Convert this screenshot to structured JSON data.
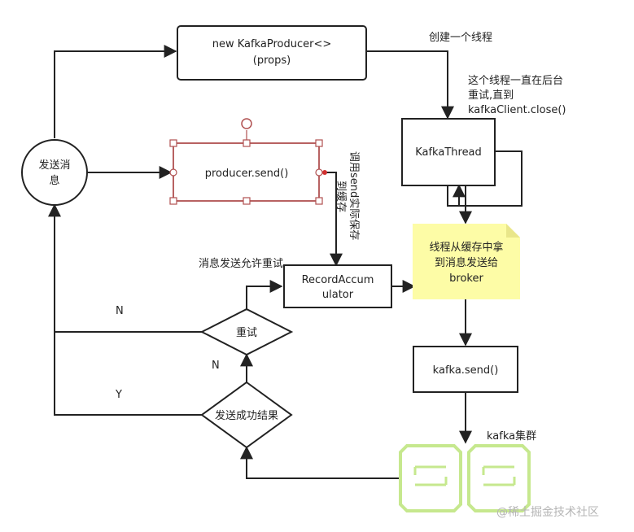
{
  "nodes": {
    "producer_new": [
      "new KafkaProducer<>",
      "(props)"
    ],
    "send_message": [
      "发送消",
      "息"
    ],
    "producer_send": "producer.send()",
    "kafka_thread": "KafkaThread",
    "record_accumulator": [
      "RecordAccum",
      "ulator"
    ],
    "note": [
      "线程从缓存中拿",
      "到消息发送给",
      "broker"
    ],
    "retry": "重试",
    "send_result": "发送成功结果",
    "kafka_send": "kafka.send()",
    "kafka_cluster": "kafka集群"
  },
  "labels": {
    "create_thread": "创建一个线程",
    "thread_bg": [
      "这个线程一直在后台",
      "重试,直到",
      "kafkaClient.close()"
    ],
    "call_send": [
      "调用send实际保存",
      "到缓存"
    ],
    "allow_retry": "消息发送允许重试",
    "n_top": "N",
    "n_bottom": "N",
    "y": "Y"
  },
  "watermark": "@稀土掘金技术社区",
  "colors": {
    "stroke": "#222222",
    "note_fill": "#fdfca6",
    "selection": "#b05050",
    "cluster_icon": "#c6e88e"
  }
}
